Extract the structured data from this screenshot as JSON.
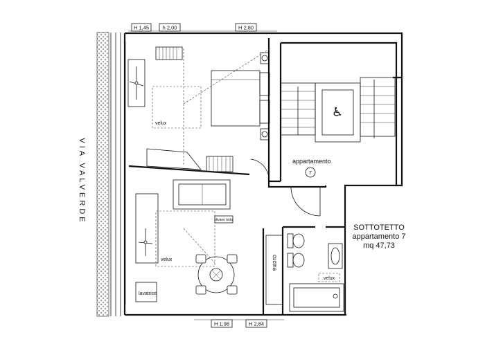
{
  "street_name": "VIA VALVERDE",
  "dimensions": {
    "top": [
      "H 1,45",
      "h 2,00",
      "H 2,80"
    ],
    "bottom": [
      "H 1,98",
      "H 2,84"
    ]
  },
  "rooms": {
    "velux_top": "velux",
    "velux_left": "velux",
    "velux_bath": "velux",
    "divano": "divano letto",
    "cucina": "cucina",
    "lavatrice": "lavatrice",
    "landing": "appartamento",
    "apartment_number": "7"
  },
  "summary": {
    "line1": "SOTTOTETTO",
    "line2": "appartamento 7",
    "line3": "mq 47,73"
  },
  "icons": [
    "wheelchair-icon",
    "ceiling-fan-icon",
    "bed-icon",
    "sofa-icon",
    "dining-table-icon",
    "toilet-icon",
    "bidet-icon",
    "sink-icon",
    "shower-icon"
  ]
}
